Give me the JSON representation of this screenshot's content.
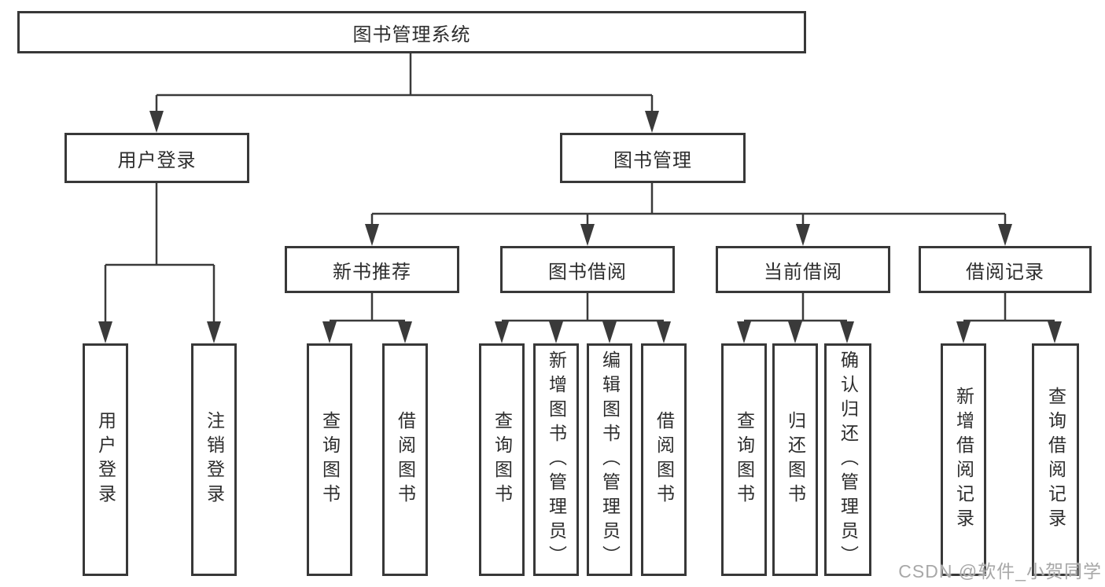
{
  "page": {
    "background_color": "#ffffff",
    "line_color": "#3a3a3a",
    "box_border_color": "#383838",
    "text_color": "#2d2d2d",
    "watermark_color": "#a8a8a8"
  },
  "watermark": {
    "text": "CSDN @软件_小贺同学"
  },
  "diagram": {
    "root": {
      "label": "图书管理系统"
    },
    "branches": [
      {
        "label": "用户登录",
        "children": [
          {
            "label": "用户登录"
          },
          {
            "label": "注销登录"
          }
        ]
      },
      {
        "label": "图书管理",
        "children": [
          {
            "label": "新书推荐",
            "children": [
              {
                "label": "查询图书"
              },
              {
                "label": "借阅图书"
              }
            ]
          },
          {
            "label": "图书借阅",
            "children": [
              {
                "label": "查询图书"
              },
              {
                "label": "新增图书（管理员）"
              },
              {
                "label": "编辑图书（管理员）"
              },
              {
                "label": "借阅图书"
              }
            ]
          },
          {
            "label": "当前借阅",
            "children": [
              {
                "label": "查询图书"
              },
              {
                "label": "归还图书"
              },
              {
                "label": "确认归还（管理员）"
              }
            ]
          },
          {
            "label": "借阅记录",
            "children": [
              {
                "label": "新增借阅记录"
              },
              {
                "label": "查询借阅记录"
              }
            ]
          }
        ]
      }
    ]
  }
}
